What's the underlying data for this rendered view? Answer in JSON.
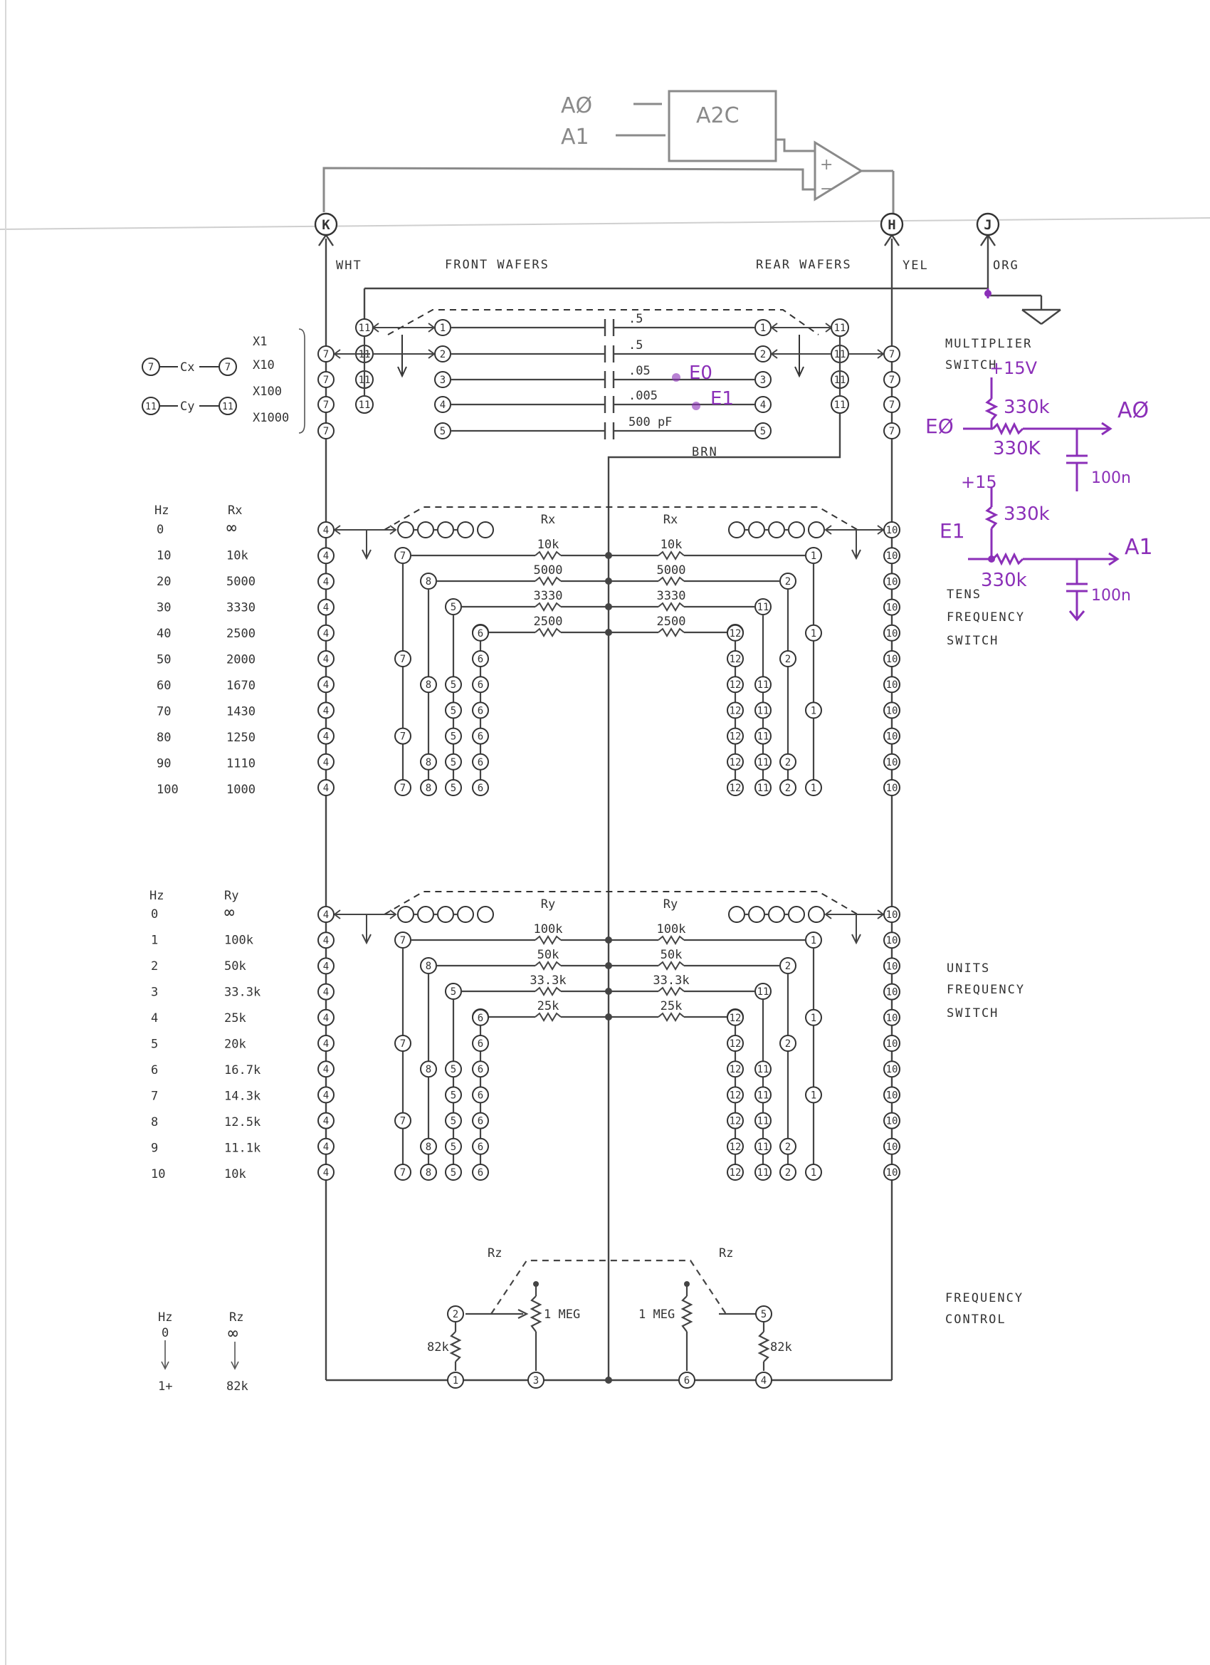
{
  "handwritten_top": {
    "a0": "AØ",
    "a1": "A1",
    "block": "A2C",
    "plus": "+",
    "minus": "−"
  },
  "terminals": {
    "k": "K",
    "h": "H",
    "j": "J"
  },
  "headers": {
    "wht": "WHT",
    "front_wafers": "FRONT WAFERS",
    "rear_wafers": "REAR WAFERS",
    "yel": "YEL",
    "org": "ORG",
    "brn": "BRN"
  },
  "multiplier": {
    "positions": [
      "X1",
      "X10",
      "X100",
      "X1000"
    ],
    "cx": "Cx",
    "cy": "Cy",
    "cx_left": "7",
    "cx_right": "7",
    "cy_left": "11",
    "cy_right": "11",
    "capacitors": [
      ".5",
      ".5",
      ".05",
      ".005",
      "500 pF"
    ],
    "capacitor_rows": [
      {
        "left": "1",
        "right": "1"
      },
      {
        "left": "2",
        "right": "2"
      },
      {
        "left": "3",
        "right": "3"
      },
      {
        "left": "4",
        "right": "4"
      },
      {
        "left": "5",
        "right": "5"
      }
    ],
    "label": [
      "MULTIPLIER",
      "SWITCH"
    ]
  },
  "tens": {
    "table": {
      "col1": "Hz",
      "col2": "Rx",
      "rows": [
        [
          "0",
          "∞"
        ],
        [
          "10",
          "10k"
        ],
        [
          "20",
          "5000"
        ],
        [
          "30",
          "3330"
        ],
        [
          "40",
          "2500"
        ],
        [
          "50",
          "2000"
        ],
        [
          "60",
          "1670"
        ],
        [
          "70",
          "1430"
        ],
        [
          "80",
          "1250"
        ],
        [
          "90",
          "1110"
        ],
        [
          "100",
          "1000"
        ]
      ]
    },
    "resistor_title": "Rx",
    "resistors": [
      "10k",
      "5000",
      "3330",
      "2500"
    ],
    "label": [
      "TENS",
      "FREQUENCY",
      "SWITCH"
    ]
  },
  "units": {
    "table": {
      "col1": "Hz",
      "col2": "Ry",
      "rows": [
        [
          "0",
          "∞"
        ],
        [
          "1",
          "100k"
        ],
        [
          "2",
          "50k"
        ],
        [
          "3",
          "33.3k"
        ],
        [
          "4",
          "25k"
        ],
        [
          "5",
          "20k"
        ],
        [
          "6",
          "16.7k"
        ],
        [
          "7",
          "14.3k"
        ],
        [
          "8",
          "12.5k"
        ],
        [
          "9",
          "11.1k"
        ],
        [
          "10",
          "10k"
        ]
      ]
    },
    "resistor_title": "Ry",
    "resistors": [
      "100k",
      "50k",
      "33.3k",
      "25k"
    ],
    "label": [
      "UNITS",
      "FREQUENCY",
      "SWITCH"
    ]
  },
  "frequency_control": {
    "rz_left": "Rz",
    "rz_right": "Rz",
    "pot_left": "1 MEG",
    "pot_right": "1 MEG",
    "res_left": "82k",
    "res_right": "82k",
    "pins": [
      "1",
      "2",
      "3",
      "4",
      "5",
      "6"
    ],
    "table": {
      "col1": "Hz",
      "col2": "Rz",
      "top": [
        "0",
        "∞"
      ],
      "bottom": [
        "1+",
        "82k"
      ]
    },
    "label": [
      "FREQUENCY",
      "CONTROL"
    ]
  },
  "handwritten_notes": {
    "e0_cap": "E0",
    "e1_cap": "E1",
    "plus15v": "+15V",
    "r_top1": "330k",
    "e0": "EØ",
    "r_mid1": "330K",
    "a0": "AØ",
    "c1": "100n",
    "plus15": "+15",
    "r_top2": "330k",
    "e1": "E1",
    "r_mid2": "330k",
    "a1": "A1",
    "c2": "100n"
  },
  "colors": {
    "ink": "#333333",
    "pencil": "#8a8a8a",
    "annotation": "#8b2fb8"
  }
}
